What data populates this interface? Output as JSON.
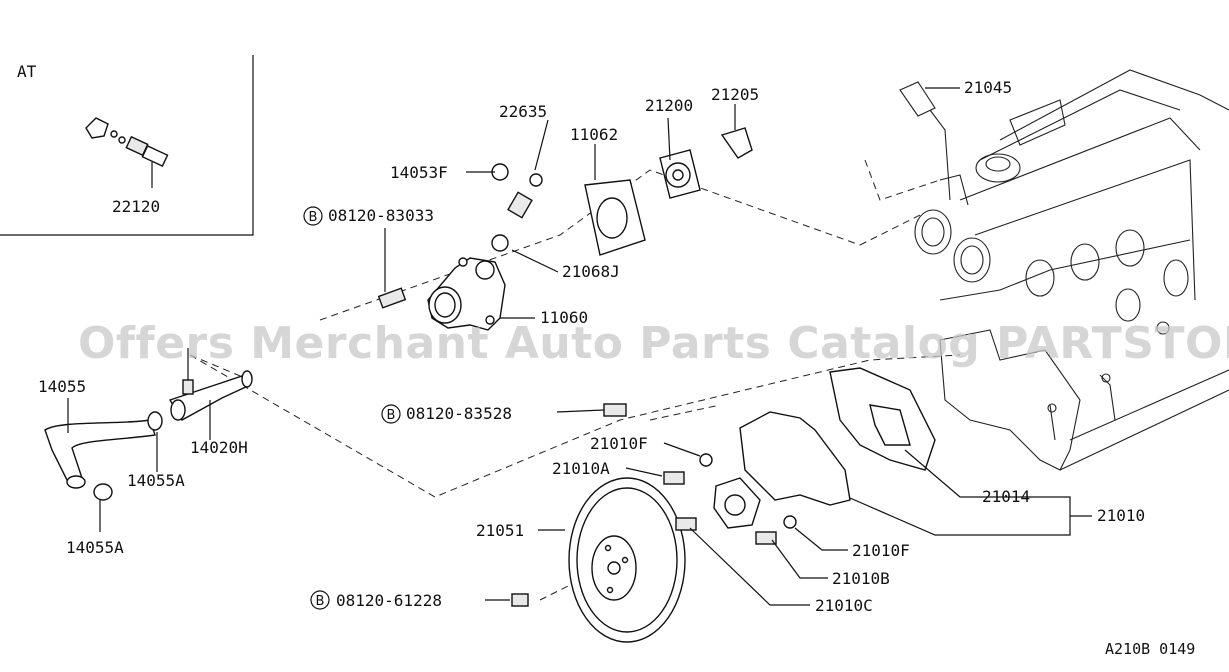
{
  "inset": {
    "label": "AT",
    "part": "22120"
  },
  "watermark": "Offers Merchant Auto Parts Catalog PARTSTORE.SA",
  "diagram_code": "A210B 0149",
  "bolt_marker": "B",
  "labels": {
    "p22635": "22635",
    "p21200": "21200",
    "p21205": "21205",
    "p21045": "21045",
    "p11062": "11062",
    "p14053F": "14053F",
    "p08120_83033": "08120-83033",
    "p21068J": "21068J",
    "p11060": "11060",
    "p14055": "14055",
    "p14020H": "14020H",
    "p14055A_1": "14055A",
    "p14055A_2": "14055A",
    "p08120_83528": "08120-83528",
    "p21010F_1": "21010F",
    "p21010A": "21010A",
    "p21014": "21014",
    "p21010": "21010",
    "p21051": "21051",
    "p21010F_2": "21010F",
    "p21010B": "21010B",
    "p08120_61228": "08120-61228",
    "p21010C": "21010C"
  }
}
